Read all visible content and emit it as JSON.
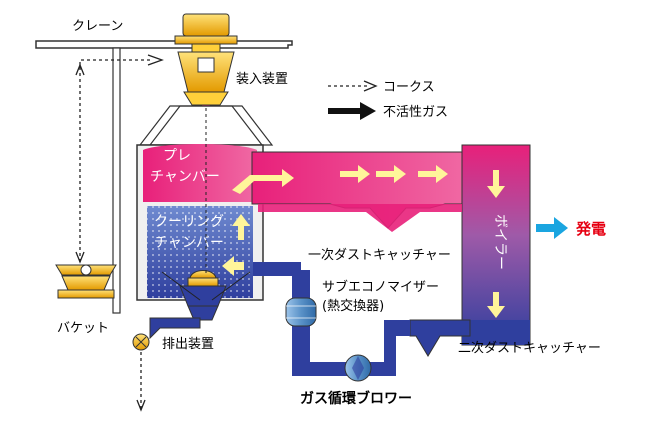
{
  "labels": {
    "crane": "クレーン",
    "charging_device": "装入装置",
    "legend_coke": "コークス",
    "legend_inert_gas": "不活性ガス",
    "pre_chamber_1": "プレ",
    "pre_chamber_2": "チャンバー",
    "cooling_chamber_1": "クーリング",
    "cooling_chamber_2": "チャンバー",
    "boiler": "ボイラー",
    "power_generation": "発電",
    "primary_dust_catcher": "一次ダストキャッチャー",
    "sub_economizer_1": "サブエコノマイザー",
    "sub_economizer_2": "(熱交換器)",
    "bucket": "バケット",
    "discharge_device": "排出装置",
    "secondary_dust_catcher": "二次ダストキャッチャー",
    "gas_blower": "ガス循環ブロワー"
  },
  "colors": {
    "pink": "#e8207a",
    "blue": "#2f3f9e",
    "gold": "#f5b400",
    "steel": "#5a92c8",
    "power_arrow": "#1aa5e0",
    "flow_arrow": "#fff59a"
  }
}
